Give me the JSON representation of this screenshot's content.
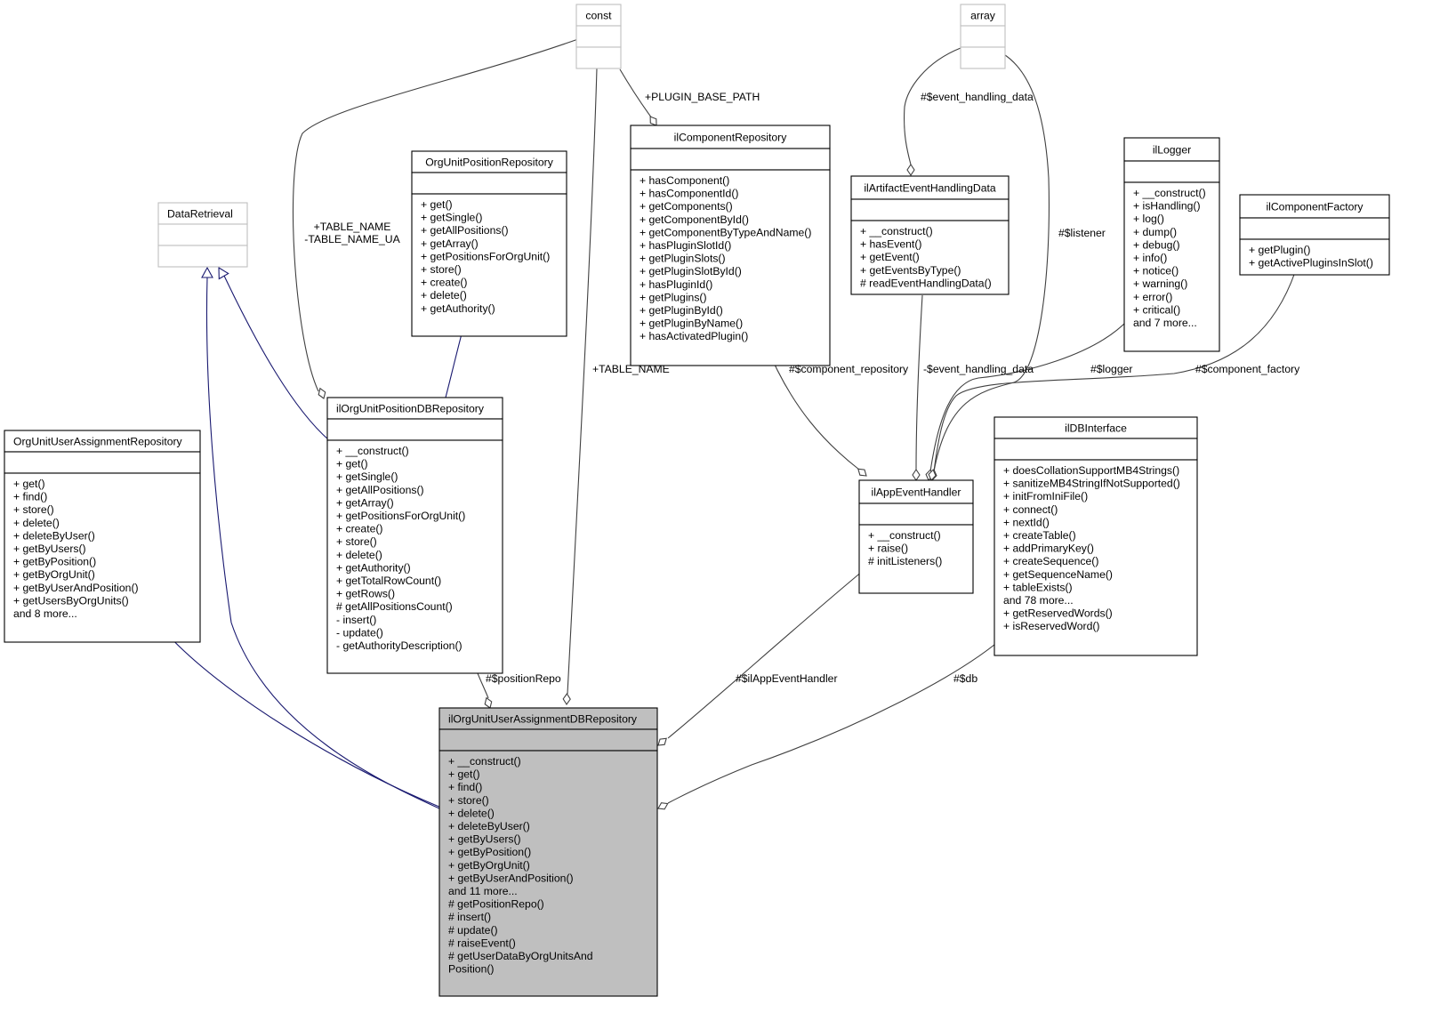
{
  "classes": {
    "const": {
      "name": "const",
      "ops": []
    },
    "array": {
      "name": "array",
      "ops": []
    },
    "data_retrieval": {
      "name": "DataRetrieval",
      "ops": []
    },
    "org_unit_position_repository": {
      "name": "OrgUnitPositionRepository",
      "ops": [
        "+ get()",
        "+ getSingle()",
        "+ getAllPositions()",
        "+ getArray()",
        "+ getPositionsForOrgUnit()",
        "+ store()",
        "+ create()",
        "+ delete()",
        "+ getAuthority()"
      ]
    },
    "il_component_repository": {
      "name": "ilComponentRepository",
      "ops": [
        "+ hasComponent()",
        "+ hasComponentId()",
        "+ getComponents()",
        "+ getComponentById()",
        "+ getComponentByTypeAndName()",
        "+ hasPluginSlotId()",
        "+ getPluginSlots()",
        "+ getPluginSlotById()",
        "+ hasPluginId()",
        "+ getPlugins()",
        "+ getPluginById()",
        "+ getPluginByName()",
        "+ hasActivatedPlugin()"
      ]
    },
    "il_artifact_event_handling_data": {
      "name": "ilArtifactEventHandlingData",
      "ops": [
        "+ __construct()",
        "+ hasEvent()",
        "+ getEvent()",
        "+ getEventsByType()",
        "# readEventHandlingData()"
      ]
    },
    "il_logger": {
      "name": "ilLogger",
      "ops": [
        "+ __construct()",
        "+ isHandling()",
        "+ log()",
        "+ dump()",
        "+ debug()",
        "+ info()",
        "+ notice()",
        "+ warning()",
        "+ error()",
        "+ critical()",
        "and 7 more..."
      ]
    },
    "il_component_factory": {
      "name": "ilComponentFactory",
      "ops": [
        "+ getPlugin()",
        "+ getActivePluginsInSlot()"
      ]
    },
    "org_unit_user_assignment_repository": {
      "name": "OrgUnitUserAssignmentRepository",
      "ops": [
        "+ get()",
        "+ find()",
        "+ store()",
        "+ delete()",
        "+ deleteByUser()",
        "+ getByUsers()",
        "+ getByPosition()",
        "+ getByOrgUnit()",
        "+ getByUserAndPosition()",
        "+ getUsersByOrgUnits()",
        "and 8 more..."
      ]
    },
    "il_org_unit_position_db_repository": {
      "name": "ilOrgUnitPositionDBRepository",
      "ops": [
        "+ __construct()",
        "+ get()",
        "+ getSingle()",
        "+ getAllPositions()",
        "+ getArray()",
        "+ getPositionsForOrgUnit()",
        "+ create()",
        "+ store()",
        "+ delete()",
        "+ getAuthority()",
        "+ getTotalRowCount()",
        "+ getRows()",
        "# getAllPositionsCount()",
        "- insert()",
        "- update()",
        "- getAuthorityDescription()"
      ]
    },
    "il_app_event_handler": {
      "name": "ilAppEventHandler",
      "ops": [
        "+ __construct()",
        "+ raise()",
        "# initListeners()"
      ]
    },
    "il_db_interface": {
      "name": "ilDBInterface",
      "ops": [
        "+ doesCollationSupportMB4Strings()",
        "+ sanitizeMB4StringIfNotSupported()",
        "+ initFromIniFile()",
        "+ connect()",
        "+ nextId()",
        "+ createTable()",
        "+ addPrimaryKey()",
        "+ createSequence()",
        "+ getSequenceName()",
        "+ tableExists()",
        "and 78 more...",
        "+ getReservedWords()",
        "+ isReservedWord()"
      ]
    },
    "il_org_unit_user_assignment_db_repository": {
      "name": "ilOrgUnitUserAssignmentDBRepository",
      "ops": [
        "+ __construct()",
        "+ get()",
        "+ find()",
        "+ store()",
        "+ delete()",
        "+ deleteByUser()",
        "+ getByUsers()",
        "+ getByPosition()",
        "+ getByOrgUnit()",
        "+ getByUserAndPosition()",
        "and 11 more...",
        "# getPositionRepo()",
        "# insert()",
        "# update()",
        "# raiseEvent()",
        "# getUserDataByOrgUnitsAnd",
        "Position()"
      ]
    }
  },
  "edge_labels": {
    "plugin_base_path": "+PLUGIN_BASE_PATH",
    "event_handling_data": "#$event_handling_data",
    "table_name_pair_1": "+TABLE_NAME",
    "table_name_pair_2": "-TABLE_NAME_UA",
    "table_name": "+TABLE_NAME",
    "listener": "#$listener",
    "component_repository": "#$component_repository",
    "private_event_handling_data": "-$event_handling_data",
    "logger": "#$logger",
    "component_factory": "#$component_factory",
    "position_repo": "#$positionRepo",
    "il_app_event_handler": "#$ilAppEventHandler",
    "db": "#$db"
  },
  "colors": {
    "inheritance_edge": "#191970",
    "association_edge": "#404040",
    "highlighted_class_fill": "#bfbfbf",
    "external_class_border": "#bfbfbf"
  }
}
